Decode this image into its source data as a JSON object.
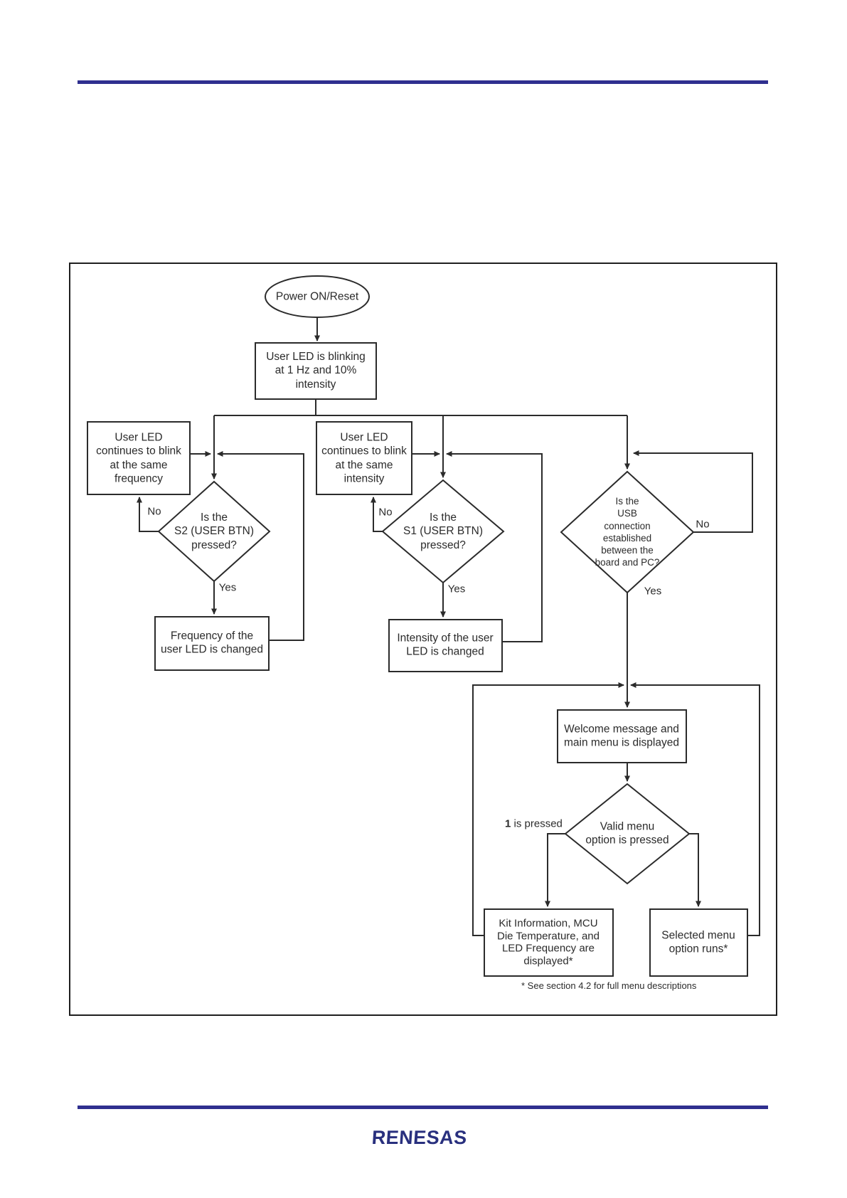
{
  "page": {
    "footnote": "* See section 4.2 for full menu descriptions",
    "logo_text": "RENESAS"
  },
  "colors": {
    "rule_navy": "#2f2f8f",
    "diagram_line": "#2b2b2b",
    "logo_navy": "#29307e"
  },
  "flowchart": {
    "start": "Power ON/Reset",
    "led_blinking": "User LED is blinking\nat 1 Hz and 10%\nintensity",
    "continue_frequency": "User LED\ncontinues to blink\nat the same\nfrequency",
    "continue_intensity": "User LED\ncontinues to blink\nat the same\nintensity",
    "s2_question": "Is the\nS2 (USER BTN)\npressed?",
    "s1_question": "Is the\nS1 (USER BTN)\npressed?",
    "usb_question": "Is the\nUSB\nconnection\nestablished\nbetween the\nboard and PC?",
    "frequency_changed": "Frequency of the\nuser LED is changed",
    "intensity_changed": "Intensity of the user\nLED is changed",
    "welcome": "Welcome message and\nmain menu is displayed",
    "valid_menu": "Valid menu\noption is pressed",
    "kit_info": "Kit Information, MCU\nDie Temperature, and\nLED Frequency are\ndisplayed*",
    "selected_menu": "Selected menu\noption runs*",
    "labels": {
      "no_s2": "No",
      "no_s1": "No",
      "no_usb": "No",
      "yes_s2": "Yes",
      "yes_s1": "Yes",
      "yes_usb": "Yes",
      "one_pressed_bold": "1",
      "one_pressed_rest": " is pressed"
    }
  }
}
